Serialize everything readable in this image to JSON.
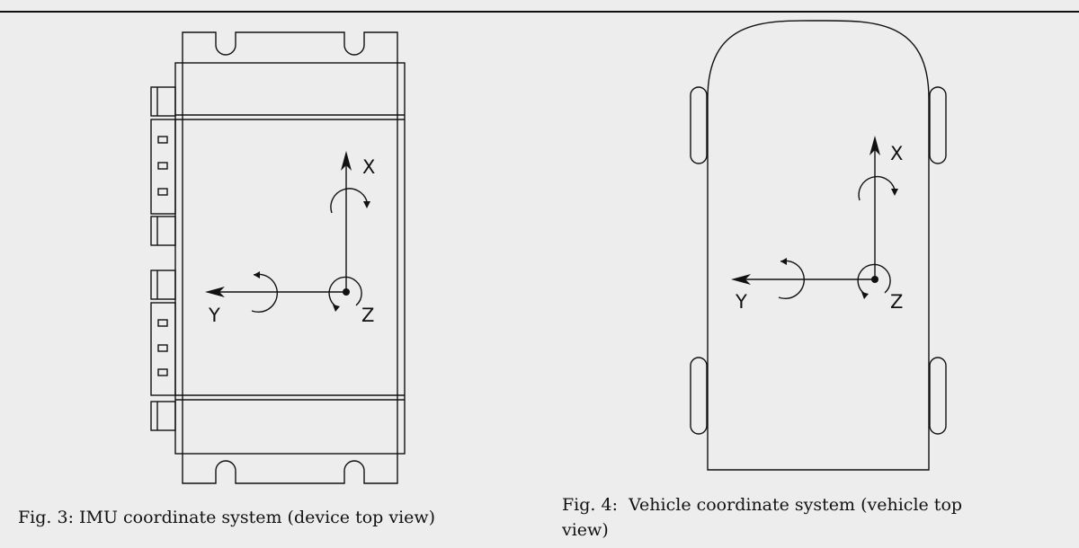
{
  "figures": [
    {
      "id": "fig3",
      "caption": "Fig. 3: IMU coordinate system (device top view)",
      "axes": {
        "x": "X",
        "y": "Y",
        "z": "Z"
      }
    },
    {
      "id": "fig4",
      "caption_line1": "Fig. 4:  Vehicle coordinate system (vehicle top",
      "caption_line2": "view)",
      "axes": {
        "x": "X",
        "y": "Y",
        "z": "Z"
      }
    }
  ]
}
